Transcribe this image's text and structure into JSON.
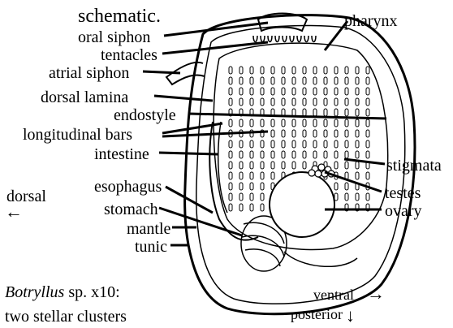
{
  "caption": {
    "title": "schematic.",
    "species": "Botryllus",
    "species_suffix": " sp. x10:",
    "line2": "two stellar clusters"
  },
  "labels": {
    "oral_siphon": "oral siphon",
    "tentacles": "tentacles",
    "atrial_siphon": "atrial siphon",
    "dorsal_lamina": "dorsal lamina",
    "endostyle": "endostyle",
    "longitudinal_bars": "longitudinal bars",
    "intestine": "intestine",
    "esophagus": "esophagus",
    "stomach": "stomach",
    "mantle": "mantle",
    "tunic": "tunic",
    "pharynx": "pharynx",
    "stigmata": "stigmata",
    "testes": "testes",
    "ovary": "ovary"
  },
  "orientation": {
    "dorsal": "dorsal",
    "dorsal_arrow": "←",
    "ventral": "ventral",
    "ventral_arrow": "→",
    "posterior": "posterior",
    "posterior_arrow": "↓"
  },
  "colors": {
    "ink": "#000000",
    "background": "#ffffff"
  }
}
